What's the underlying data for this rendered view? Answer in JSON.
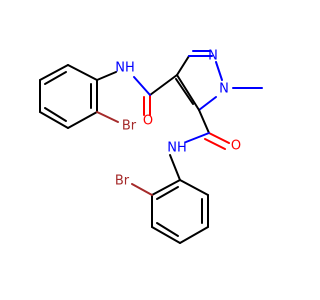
{
  "colors": {
    "carbon": "#000000",
    "nitrogen": "#0000ff",
    "oxygen": "#ff0000",
    "bromine": "#a52a2a",
    "background": "#ffffff"
  },
  "labels": {
    "nh_top": "NH",
    "nh_bottom": "NH",
    "n_ring_top": "N",
    "n_ring_methyl": "N",
    "o_top": "O",
    "o_bottom": "O",
    "br_top": "Br",
    "br_bottom": "Br"
  }
}
